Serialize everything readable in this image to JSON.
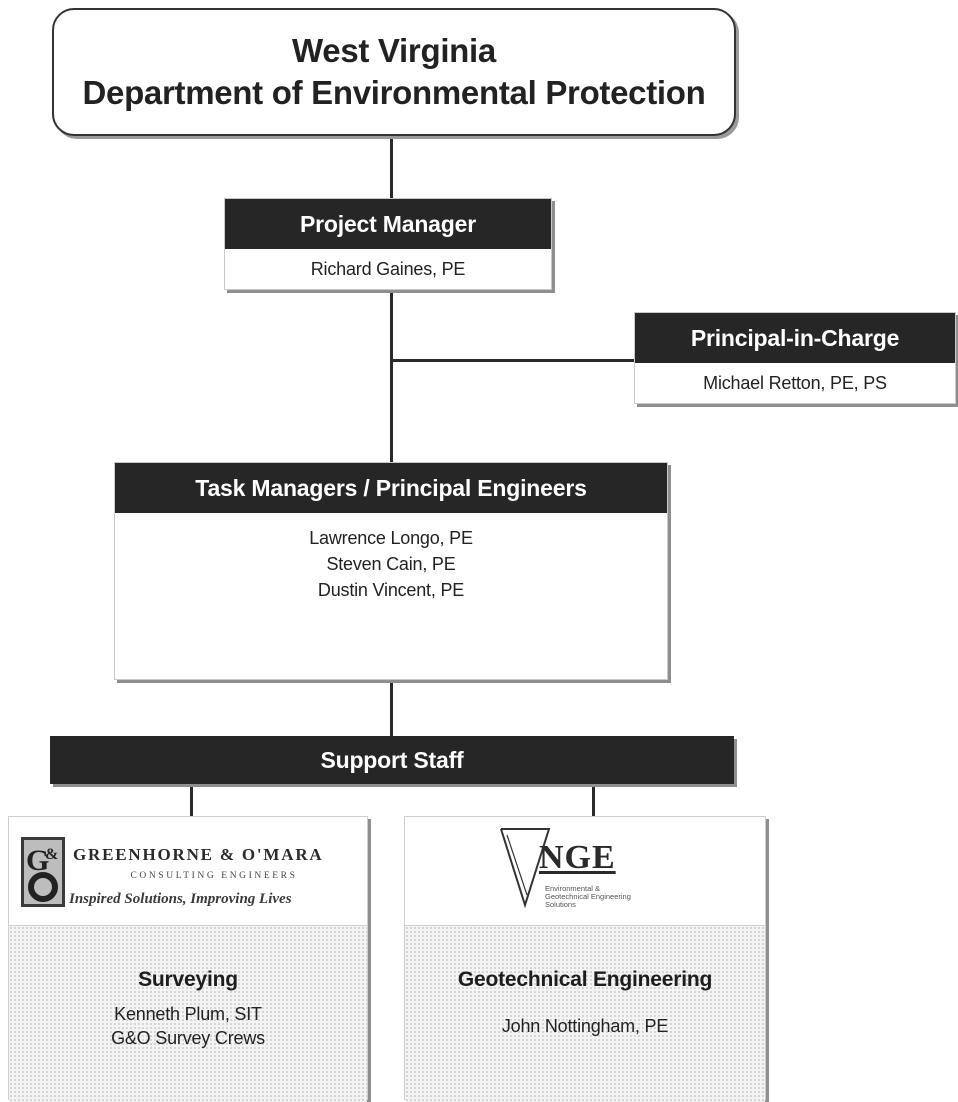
{
  "organization": {
    "line1": "West Virginia",
    "line2": "Department of Environmental Protection"
  },
  "project_manager": {
    "title": "Project Manager",
    "name": "Richard Gaines, PE"
  },
  "principal_in_charge": {
    "title": "Principal-in-Charge",
    "name": "Michael Retton, PE, PS"
  },
  "task_managers": {
    "title": "Task Managers / Principal Engineers",
    "names": [
      "Lawrence Longo, PE",
      "Steven Cain, PE",
      "Dustin Vincent, PE"
    ]
  },
  "support_staff": {
    "title": "Support Staff"
  },
  "firms": [
    {
      "logo_icon": "go-logo-icon",
      "logo_title": "GREENHORNE & O'MARA",
      "logo_subtitle": "CONSULTING ENGINEERS",
      "logo_tagline": "Inspired Solutions, Improving Lives",
      "discipline": "Surveying",
      "names": [
        "Kenneth Plum, SIT",
        "G&O Survey Crews"
      ]
    },
    {
      "logo_icon": "nge-logo-icon",
      "logo_title": "NGE",
      "logo_subtitle": "Environmental & Geotechnical Engineering Solutions",
      "discipline": "Geotechnical Engineering",
      "names": [
        "John Nottingham, PE"
      ]
    }
  ],
  "colors": {
    "header_fill": "#262626",
    "connector": "#2b2b2b"
  }
}
